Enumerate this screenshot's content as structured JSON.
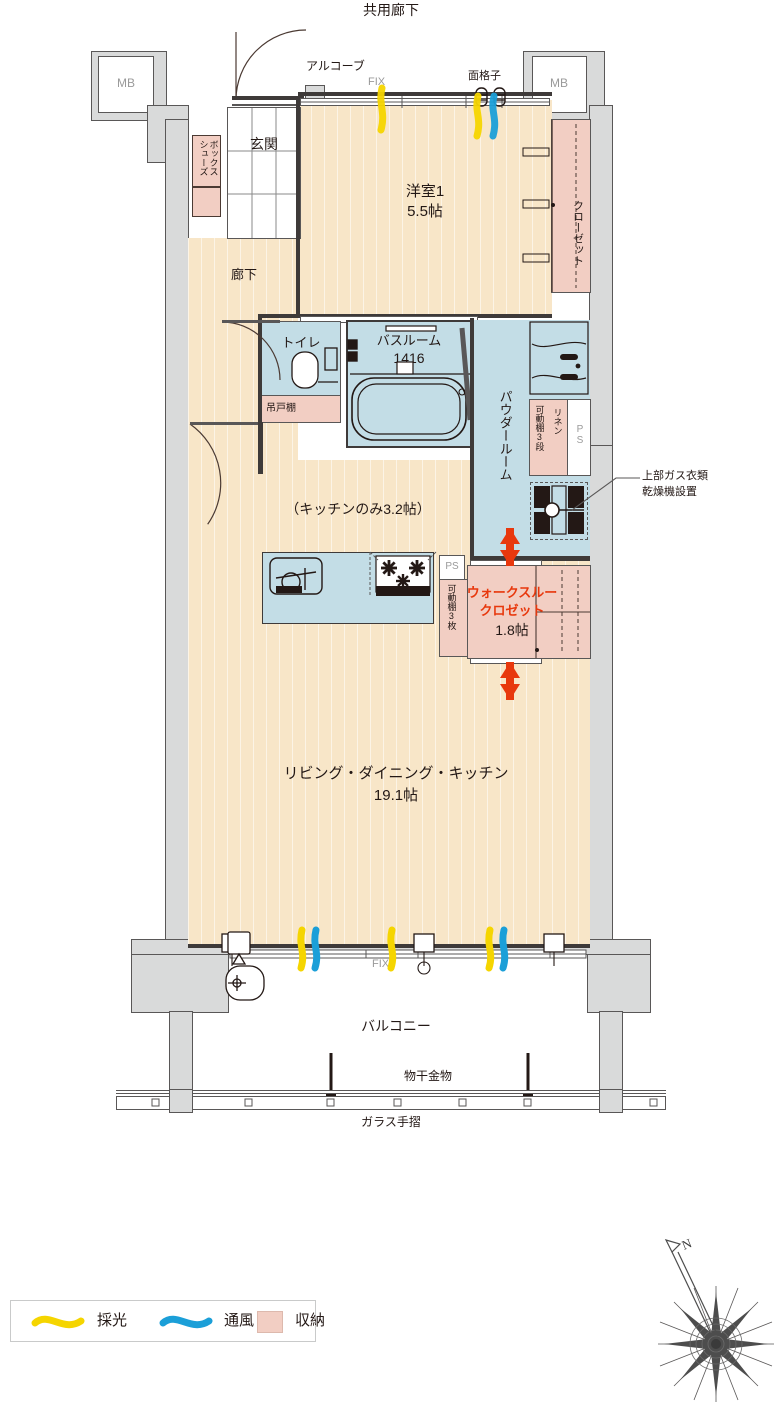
{
  "plan": {
    "top_label": "共用廊下",
    "alcove": "アルコーブ",
    "entrance": "玄関",
    "shoe_box": "シューズボックス",
    "corridor": "廊下",
    "mb_left": "MB",
    "mb_right": "MB",
    "fix_top": "FIX",
    "grille_top": "面格子",
    "bedroom1": {
      "name": "洋室1",
      "size": "5.5帖"
    },
    "closet_bedroom": "クローゼット",
    "toilet": "トイレ",
    "hanging_cabinet": "吊戸棚",
    "bathroom": {
      "name": "バスルーム",
      "size": "1416"
    },
    "powder_room": "パウダールーム",
    "linen": "リネン",
    "linen_shelf": "可動棚3段",
    "ps_upper": "PS",
    "ps_lower": "PS",
    "gas_dryer_note": "上部ガス衣類\n乾燥機設置",
    "kitchen_only": "（キッチンのみ3.2帖）",
    "movable_shelf_kitchen": "可動棚3枚",
    "walkthrough_closet": {
      "name1": "ウォークスルー",
      "name2": "クロゼット",
      "size": "1.8帖"
    },
    "ldk": {
      "name": "リビング・ダイニング・キッチン",
      "size": "19.1帖"
    },
    "fix_bottom": "FIX",
    "balcony": "バルコニー",
    "drying_hardware": "物干金物",
    "glass_rail": "ガラス手摺"
  },
  "legend": {
    "daylight": "採光",
    "ventilation": "通風",
    "storage": "収納",
    "daylight_color": "#f5d500",
    "ventilation_color": "#1b9fd8",
    "storage_color": "#f2cec3"
  },
  "compass": {
    "north": "N"
  },
  "colors": {
    "floor": "#f8e6c8",
    "wet": "#c3dde6",
    "storage": "#f2cec3",
    "structure": "#d9dada",
    "wall": "#3e3a39",
    "accent_red": "#e8380d"
  }
}
